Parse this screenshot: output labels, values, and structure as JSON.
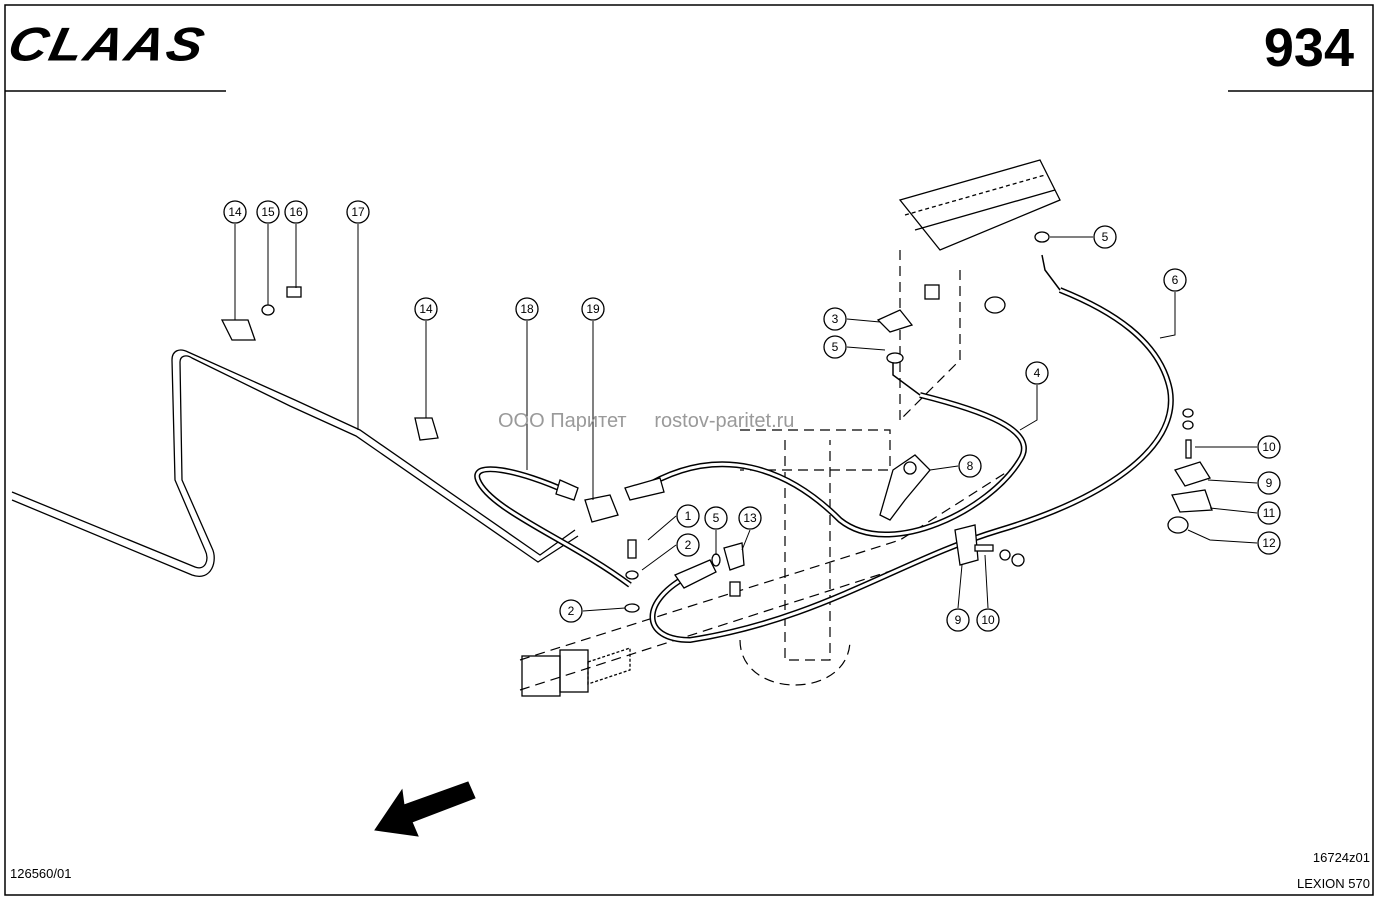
{
  "header": {
    "brand": "CLAAS",
    "page_number": "934"
  },
  "watermark": {
    "company": "ООО Паритет",
    "site": "rostov-paritet.ru"
  },
  "footer": {
    "drawing_number": "126560/01",
    "figure_code": "16724z01",
    "model": "LEXION 570"
  },
  "callouts": [
    {
      "id": "c14a",
      "label": "14"
    },
    {
      "id": "c15",
      "label": "15"
    },
    {
      "id": "c16",
      "label": "16"
    },
    {
      "id": "c17",
      "label": "17"
    },
    {
      "id": "c14b",
      "label": "14"
    },
    {
      "id": "c18",
      "label": "18"
    },
    {
      "id": "c19",
      "label": "19"
    },
    {
      "id": "c3",
      "label": "3"
    },
    {
      "id": "c5a",
      "label": "5"
    },
    {
      "id": "c5b",
      "label": "5"
    },
    {
      "id": "c6",
      "label": "6"
    },
    {
      "id": "c4",
      "label": "4"
    },
    {
      "id": "c8",
      "label": "8"
    },
    {
      "id": "c10a",
      "label": "10"
    },
    {
      "id": "c9a",
      "label": "9"
    },
    {
      "id": "c11",
      "label": "11"
    },
    {
      "id": "c12",
      "label": "12"
    },
    {
      "id": "c1",
      "label": "1"
    },
    {
      "id": "c2a",
      "label": "2"
    },
    {
      "id": "c5c",
      "label": "5"
    },
    {
      "id": "c13",
      "label": "13"
    },
    {
      "id": "c2b",
      "label": "2"
    },
    {
      "id": "c9b",
      "label": "9"
    },
    {
      "id": "c10b",
      "label": "10"
    }
  ]
}
